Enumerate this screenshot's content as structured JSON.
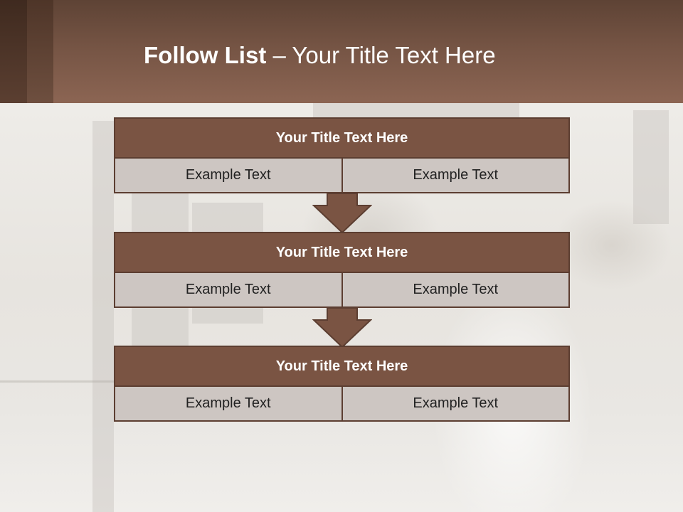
{
  "header": {
    "title_bold": "Follow List",
    "title_rest": " – Your Title Text Here"
  },
  "blocks": [
    {
      "title": "Your Title Text Here",
      "cells": [
        "Example Text",
        "Example Text"
      ]
    },
    {
      "title": "Your Title Text Here",
      "cells": [
        "Example Text",
        "Example Text"
      ]
    },
    {
      "title": "Your Title Text Here",
      "cells": [
        "Example Text",
        "Example Text"
      ]
    }
  ],
  "colors": {
    "header_brown": "#7a5443",
    "title_fill": "#7a5443",
    "cell_fill": "#cdc6c2",
    "border": "#5c3e31"
  }
}
